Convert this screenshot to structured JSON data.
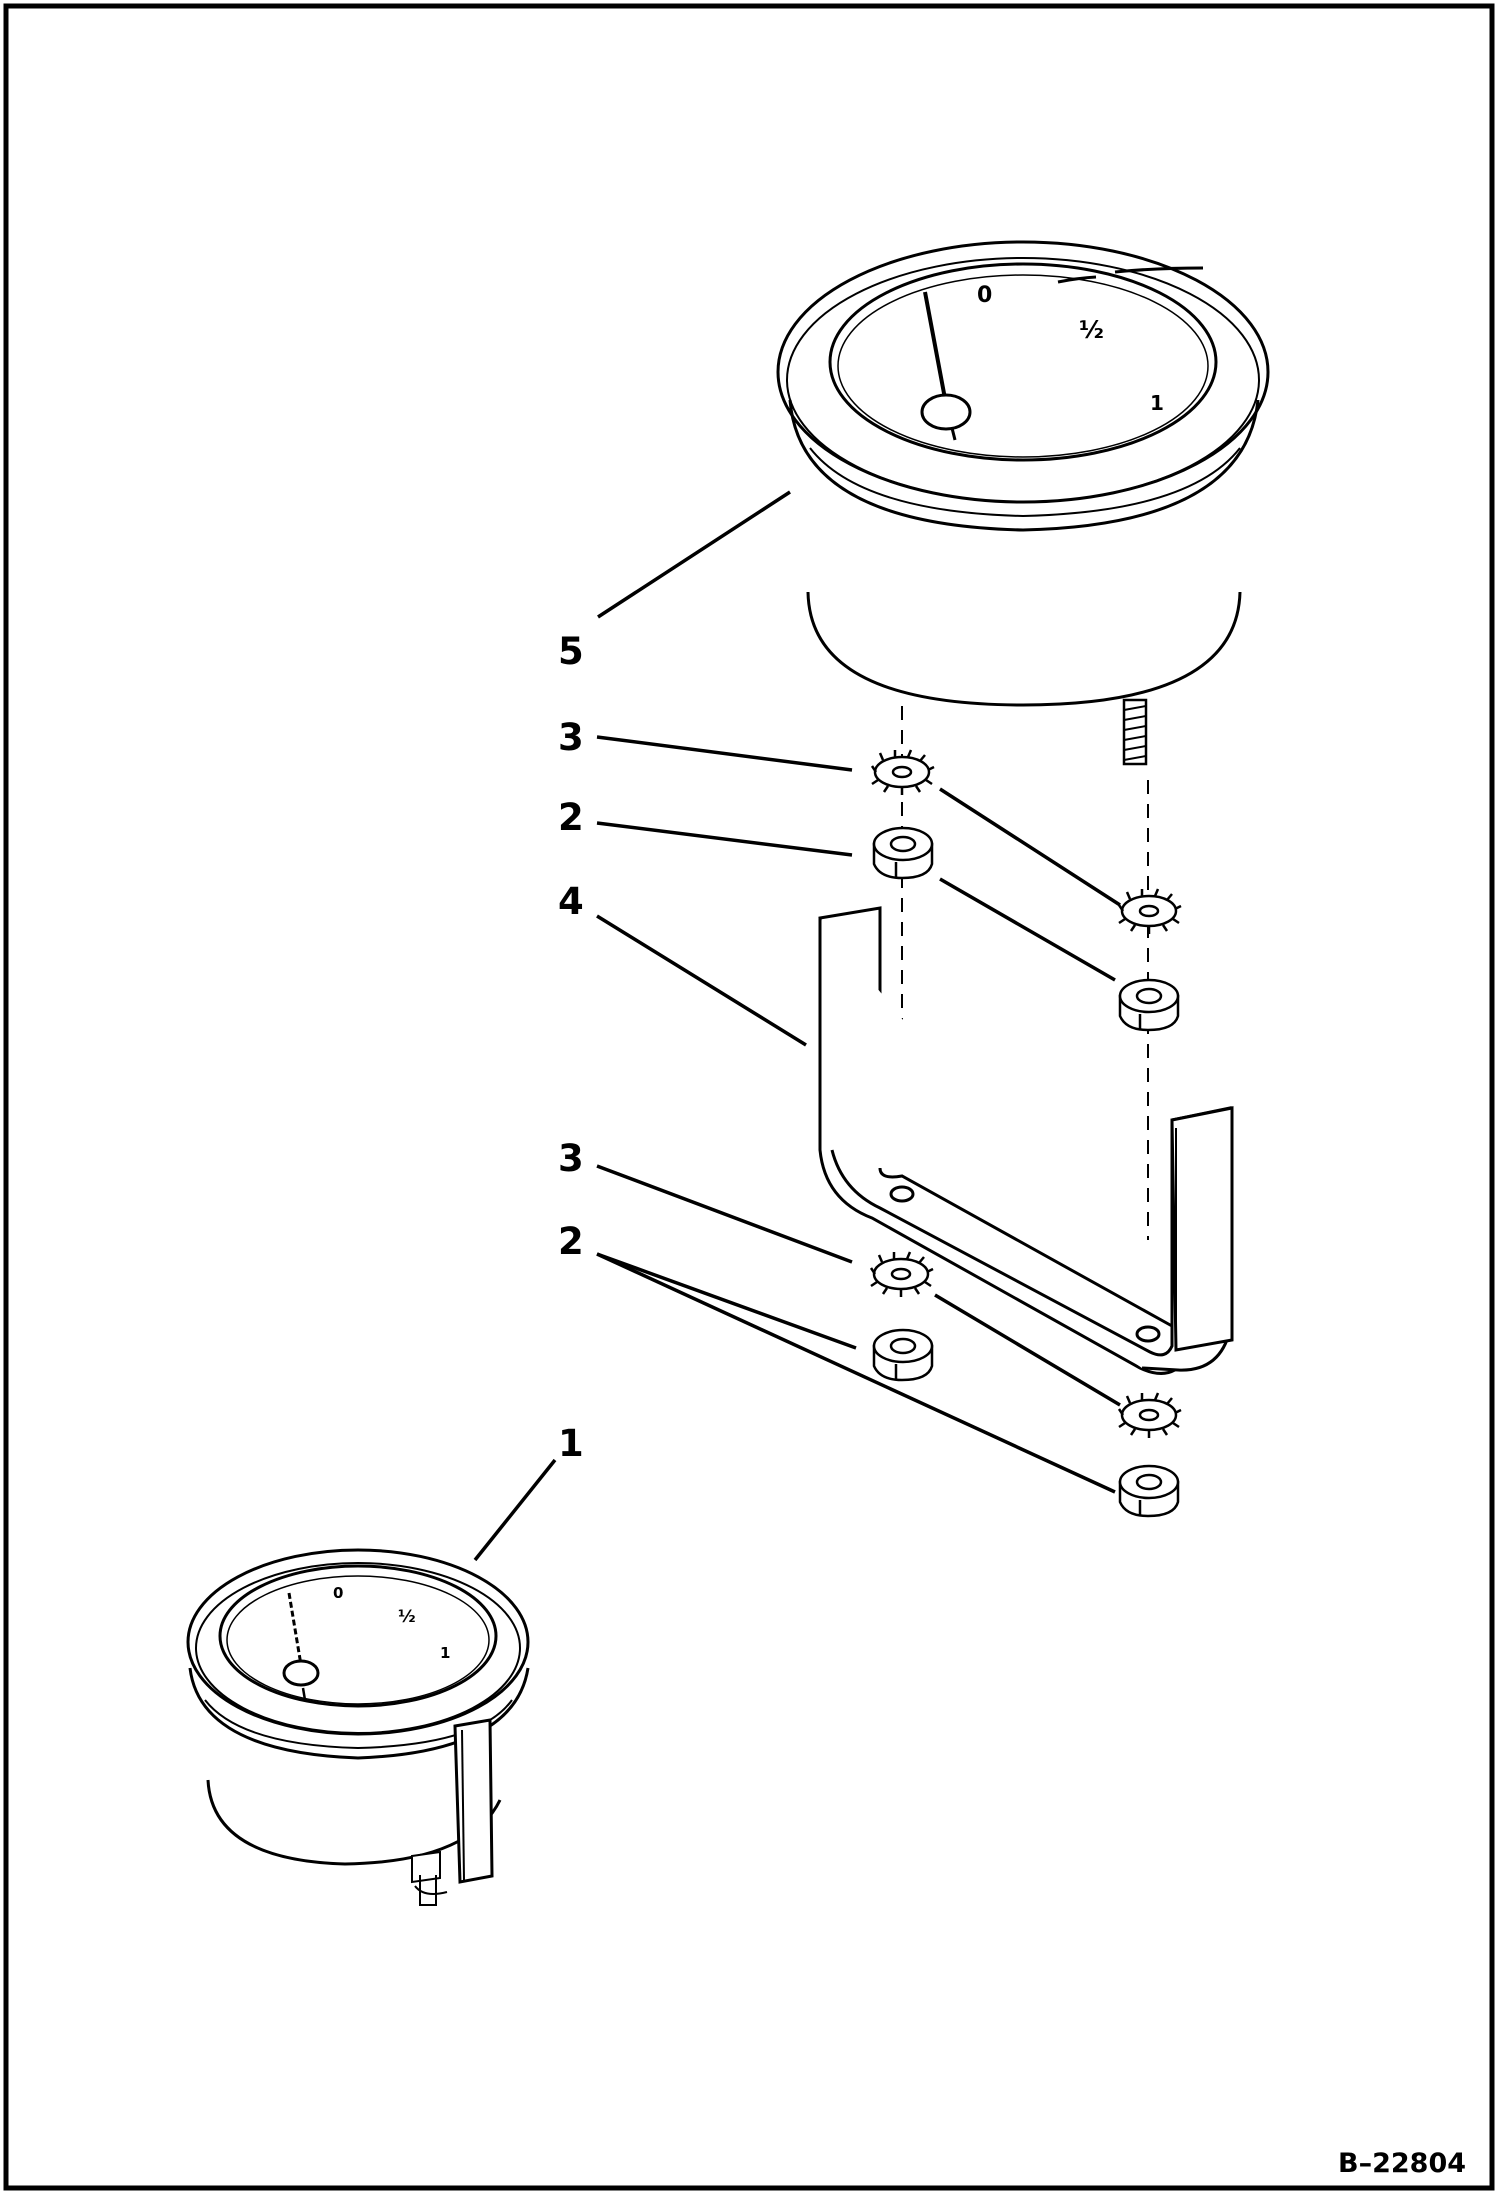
{
  "callouts": {
    "c1": "1",
    "c2a": "2",
    "c2b": "2",
    "c3a": "3",
    "c3b": "3",
    "c4": "4",
    "c5": "5"
  },
  "dial": {
    "zero": "0",
    "mid": "½",
    "one": "1"
  },
  "figure_number": "B–22804"
}
